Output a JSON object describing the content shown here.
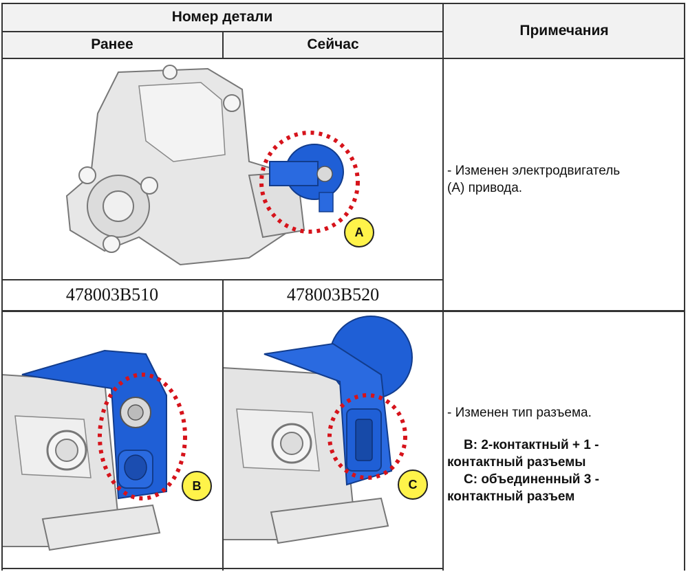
{
  "table": {
    "header_part_number": "Номер детали",
    "header_before": "Ранее",
    "header_now": "Сейчас",
    "header_notes": "Примечания"
  },
  "row1": {
    "note_line1": "- Изменен электродвигатель",
    "note_line2": "(A) привода.",
    "badge": "A",
    "part_before": "478003B510",
    "part_now": "478003B520"
  },
  "row2": {
    "badge_before": "B",
    "badge_now": "C",
    "note_intro": "- Изменен тип разъема.",
    "note_b_line1": "B: 2-контактный + 1 -",
    "note_b_line2": "контактный разъемы",
    "note_c_line1": "C: объединенный 3 -",
    "note_c_line2": "контактный разъем"
  },
  "colors": {
    "motor_blue": "#1f5fd6",
    "highlight_red": "#d6131b",
    "badge_yellow": "#fff34a"
  }
}
